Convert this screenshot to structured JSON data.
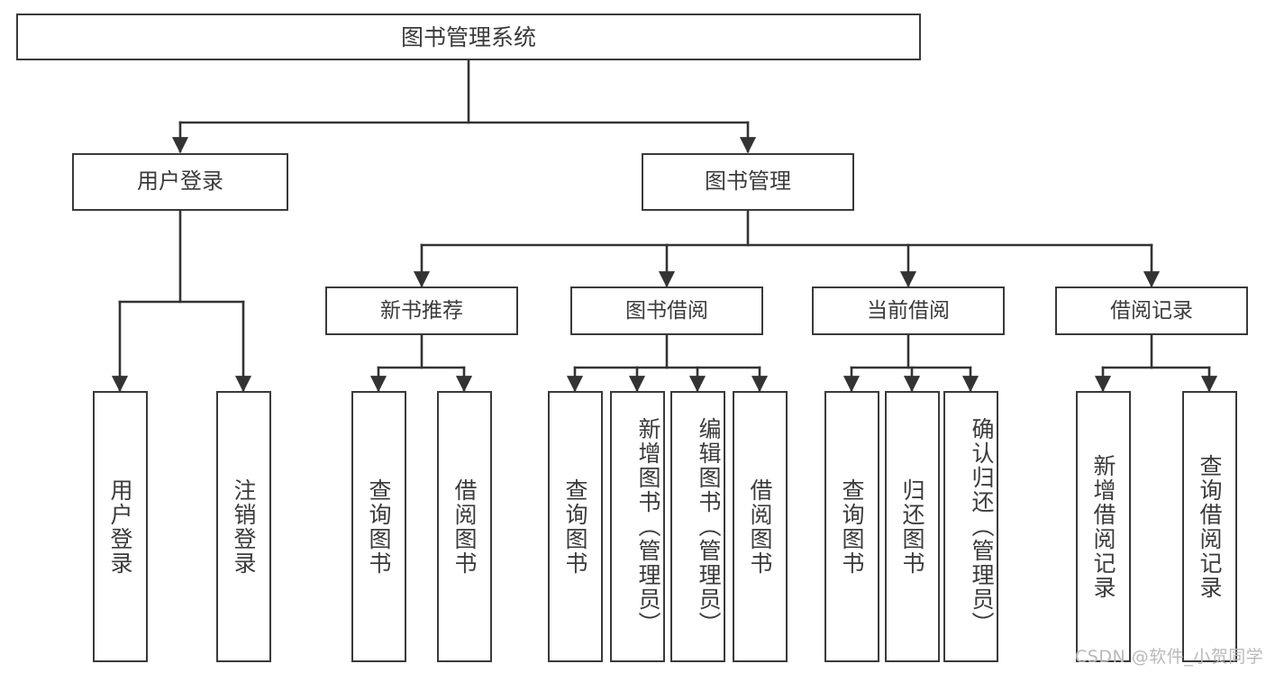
{
  "diagram": {
    "type": "tree",
    "title": "图书管理系统",
    "root": {
      "label": "图书管理系统"
    },
    "level1": [
      {
        "label": "用户登录"
      },
      {
        "label": "图书管理"
      }
    ],
    "level2": [
      {
        "label": "新书推荐"
      },
      {
        "label": "图书借阅"
      },
      {
        "label": "当前借阅"
      },
      {
        "label": "借阅记录"
      }
    ],
    "leaves": {
      "user_login": [
        {
          "label": "用户登录"
        },
        {
          "label": "注销登录"
        }
      ],
      "new_book_recommend": [
        {
          "label": "查询图书"
        },
        {
          "label": "借阅图书"
        }
      ],
      "book_borrow": [
        {
          "label": "查询图书"
        },
        {
          "label": "新增图书（管理员）"
        },
        {
          "label": "编辑图书（管理员）"
        },
        {
          "label": "借阅图书"
        }
      ],
      "current_borrow": [
        {
          "label": "查询图书"
        },
        {
          "label": "归还图书"
        },
        {
          "label": "确认归还（管理员）"
        }
      ],
      "borrow_record": [
        {
          "label": "新增借阅记录"
        },
        {
          "label": "查询借阅记录"
        }
      ]
    }
  },
  "watermark": {
    "text": "CSDN @软件_小贺同学"
  },
  "colors": {
    "background": "#ffffff",
    "box_border": "#3a3a3a",
    "text": "#3b3b3b",
    "edge": "#333333",
    "watermark": "#b9b9b9"
  }
}
